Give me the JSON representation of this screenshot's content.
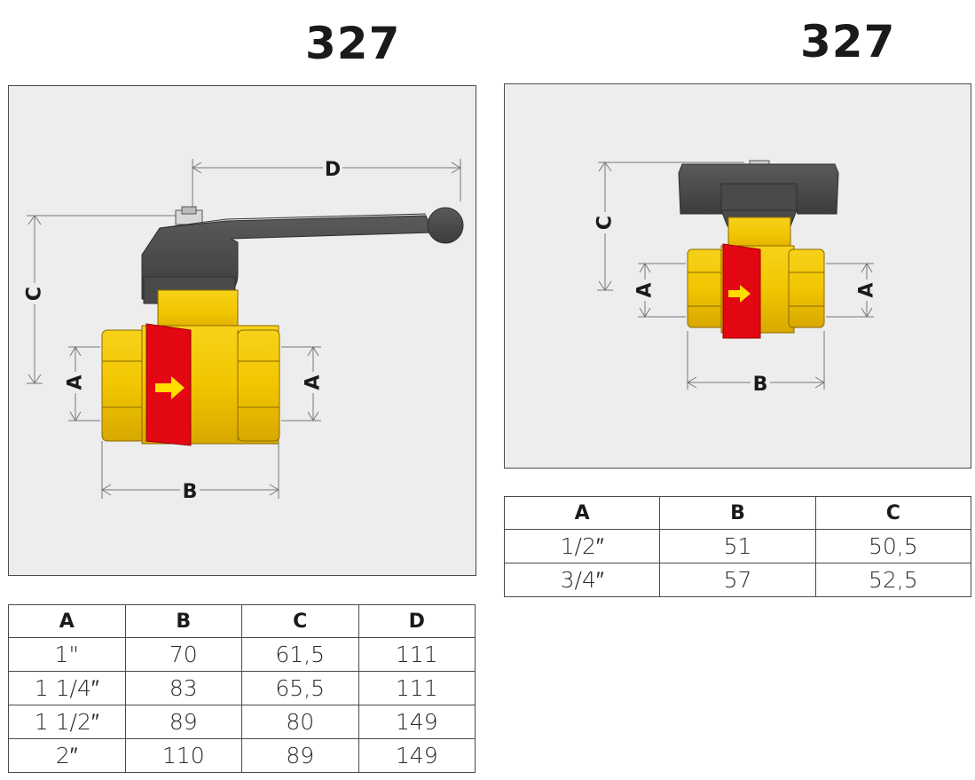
{
  "left_diagram": {
    "title": "327",
    "dimension_labels": {
      "a_left": "A",
      "a_right": "A",
      "b": "B",
      "c": "C",
      "d": "D"
    }
  },
  "right_diagram": {
    "title": "327",
    "dimension_labels": {
      "a_left": "A",
      "a_right": "A",
      "b": "B",
      "c": "C"
    }
  },
  "left_table": {
    "headers": [
      "A",
      "B",
      "C",
      "D"
    ],
    "rows": [
      [
        "1\"",
        "70",
        "61,5",
        "111"
      ],
      [
        "1 1/4″",
        "83",
        "65,5",
        "111"
      ],
      [
        "1 1/2″",
        "89",
        "80",
        "149"
      ],
      [
        "2″",
        "110",
        "89",
        "149"
      ]
    ]
  },
  "right_table": {
    "headers": [
      "A",
      "B",
      "C"
    ],
    "rows": [
      [
        "1/2″",
        "51",
        "50,5"
      ],
      [
        "3/4″",
        "57",
        "52,5"
      ]
    ]
  },
  "colors": {
    "body_yellow": "#f2c500",
    "body_dark_yellow": "#c99a00",
    "band_red": "#e30613",
    "arrow_yellow": "#ffdd00",
    "handle_gray": "#4d4d4d",
    "panel_bg": "#ededed"
  }
}
